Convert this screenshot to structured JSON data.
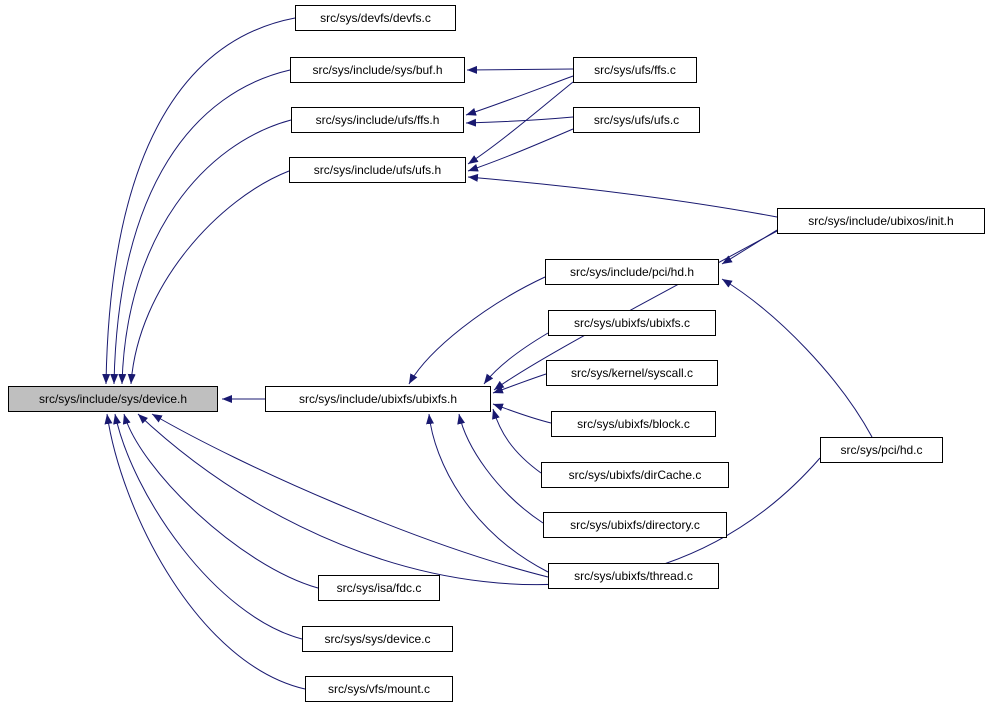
{
  "graph": {
    "edge_color": "#191970",
    "highlight_color": "#bfbfbf",
    "nodes": [
      {
        "id": "devfs_c",
        "label": "src/sys/devfs/devfs.c",
        "highlighted": false
      },
      {
        "id": "buf_h",
        "label": "src/sys/include/sys/buf.h",
        "highlighted": false
      },
      {
        "id": "ffs_c",
        "label": "src/sys/ufs/ffs.c",
        "highlighted": false
      },
      {
        "id": "ffs_h",
        "label": "src/sys/include/ufs/ffs.h",
        "highlighted": false
      },
      {
        "id": "ufs_c",
        "label": "src/sys/ufs/ufs.c",
        "highlighted": false
      },
      {
        "id": "ufs_h",
        "label": "src/sys/include/ufs/ufs.h",
        "highlighted": false
      },
      {
        "id": "init_h",
        "label": "src/sys/include/ubixos/init.h",
        "highlighted": false
      },
      {
        "id": "hd_h",
        "label": "src/sys/include/pci/hd.h",
        "highlighted": false
      },
      {
        "id": "ubixfs_c",
        "label": "src/sys/ubixfs/ubixfs.c",
        "highlighted": false
      },
      {
        "id": "syscall_c",
        "label": "src/sys/kernel/syscall.c",
        "highlighted": false
      },
      {
        "id": "device_h",
        "label": "src/sys/include/sys/device.h",
        "highlighted": true
      },
      {
        "id": "ubixfs_h",
        "label": "src/sys/include/ubixfs/ubixfs.h",
        "highlighted": false
      },
      {
        "id": "block_c",
        "label": "src/sys/ubixfs/block.c",
        "highlighted": false
      },
      {
        "id": "hd_c",
        "label": "src/sys/pci/hd.c",
        "highlighted": false
      },
      {
        "id": "dirCache_c",
        "label": "src/sys/ubixfs/dirCache.c",
        "highlighted": false
      },
      {
        "id": "directory_c",
        "label": "src/sys/ubixfs/directory.c",
        "highlighted": false
      },
      {
        "id": "thread_c",
        "label": "src/sys/ubixfs/thread.c",
        "highlighted": false
      },
      {
        "id": "fdc_c",
        "label": "src/sys/isa/fdc.c",
        "highlighted": false
      },
      {
        "id": "device_c",
        "label": "src/sys/sys/device.c",
        "highlighted": false
      },
      {
        "id": "mount_c",
        "label": "src/sys/vfs/mount.c",
        "highlighted": false
      }
    ],
    "edges": [
      {
        "from": "devfs_c",
        "to": "device_h"
      },
      {
        "from": "buf_h",
        "to": "device_h"
      },
      {
        "from": "ffs_h",
        "to": "device_h"
      },
      {
        "from": "ufs_h",
        "to": "device_h"
      },
      {
        "from": "ubixfs_h",
        "to": "device_h"
      },
      {
        "from": "fdc_c",
        "to": "device_h"
      },
      {
        "from": "device_c",
        "to": "device_h"
      },
      {
        "from": "mount_c",
        "to": "device_h"
      },
      {
        "from": "thread_c",
        "to": "device_h"
      },
      {
        "from": "hd_c",
        "to": "device_h"
      },
      {
        "from": "ubixfs_c",
        "to": "ubixfs_h"
      },
      {
        "from": "syscall_c",
        "to": "ubixfs_h"
      },
      {
        "from": "block_c",
        "to": "ubixfs_h"
      },
      {
        "from": "dirCache_c",
        "to": "ubixfs_h"
      },
      {
        "from": "directory_c",
        "to": "ubixfs_h"
      },
      {
        "from": "thread_c",
        "to": "ubixfs_h"
      },
      {
        "from": "hd_h",
        "to": "ubixfs_h"
      },
      {
        "from": "init_h",
        "to": "ubixfs_h"
      },
      {
        "from": "init_h",
        "to": "hd_h"
      },
      {
        "from": "hd_c",
        "to": "hd_h"
      },
      {
        "from": "ffs_c",
        "to": "ufs_h"
      },
      {
        "from": "ufs_c",
        "to": "ufs_h"
      },
      {
        "from": "init_h",
        "to": "ufs_h"
      },
      {
        "from": "ffs_c",
        "to": "ffs_h"
      },
      {
        "from": "ufs_c",
        "to": "ffs_h"
      },
      {
        "from": "ffs_c",
        "to": "buf_h"
      }
    ]
  }
}
